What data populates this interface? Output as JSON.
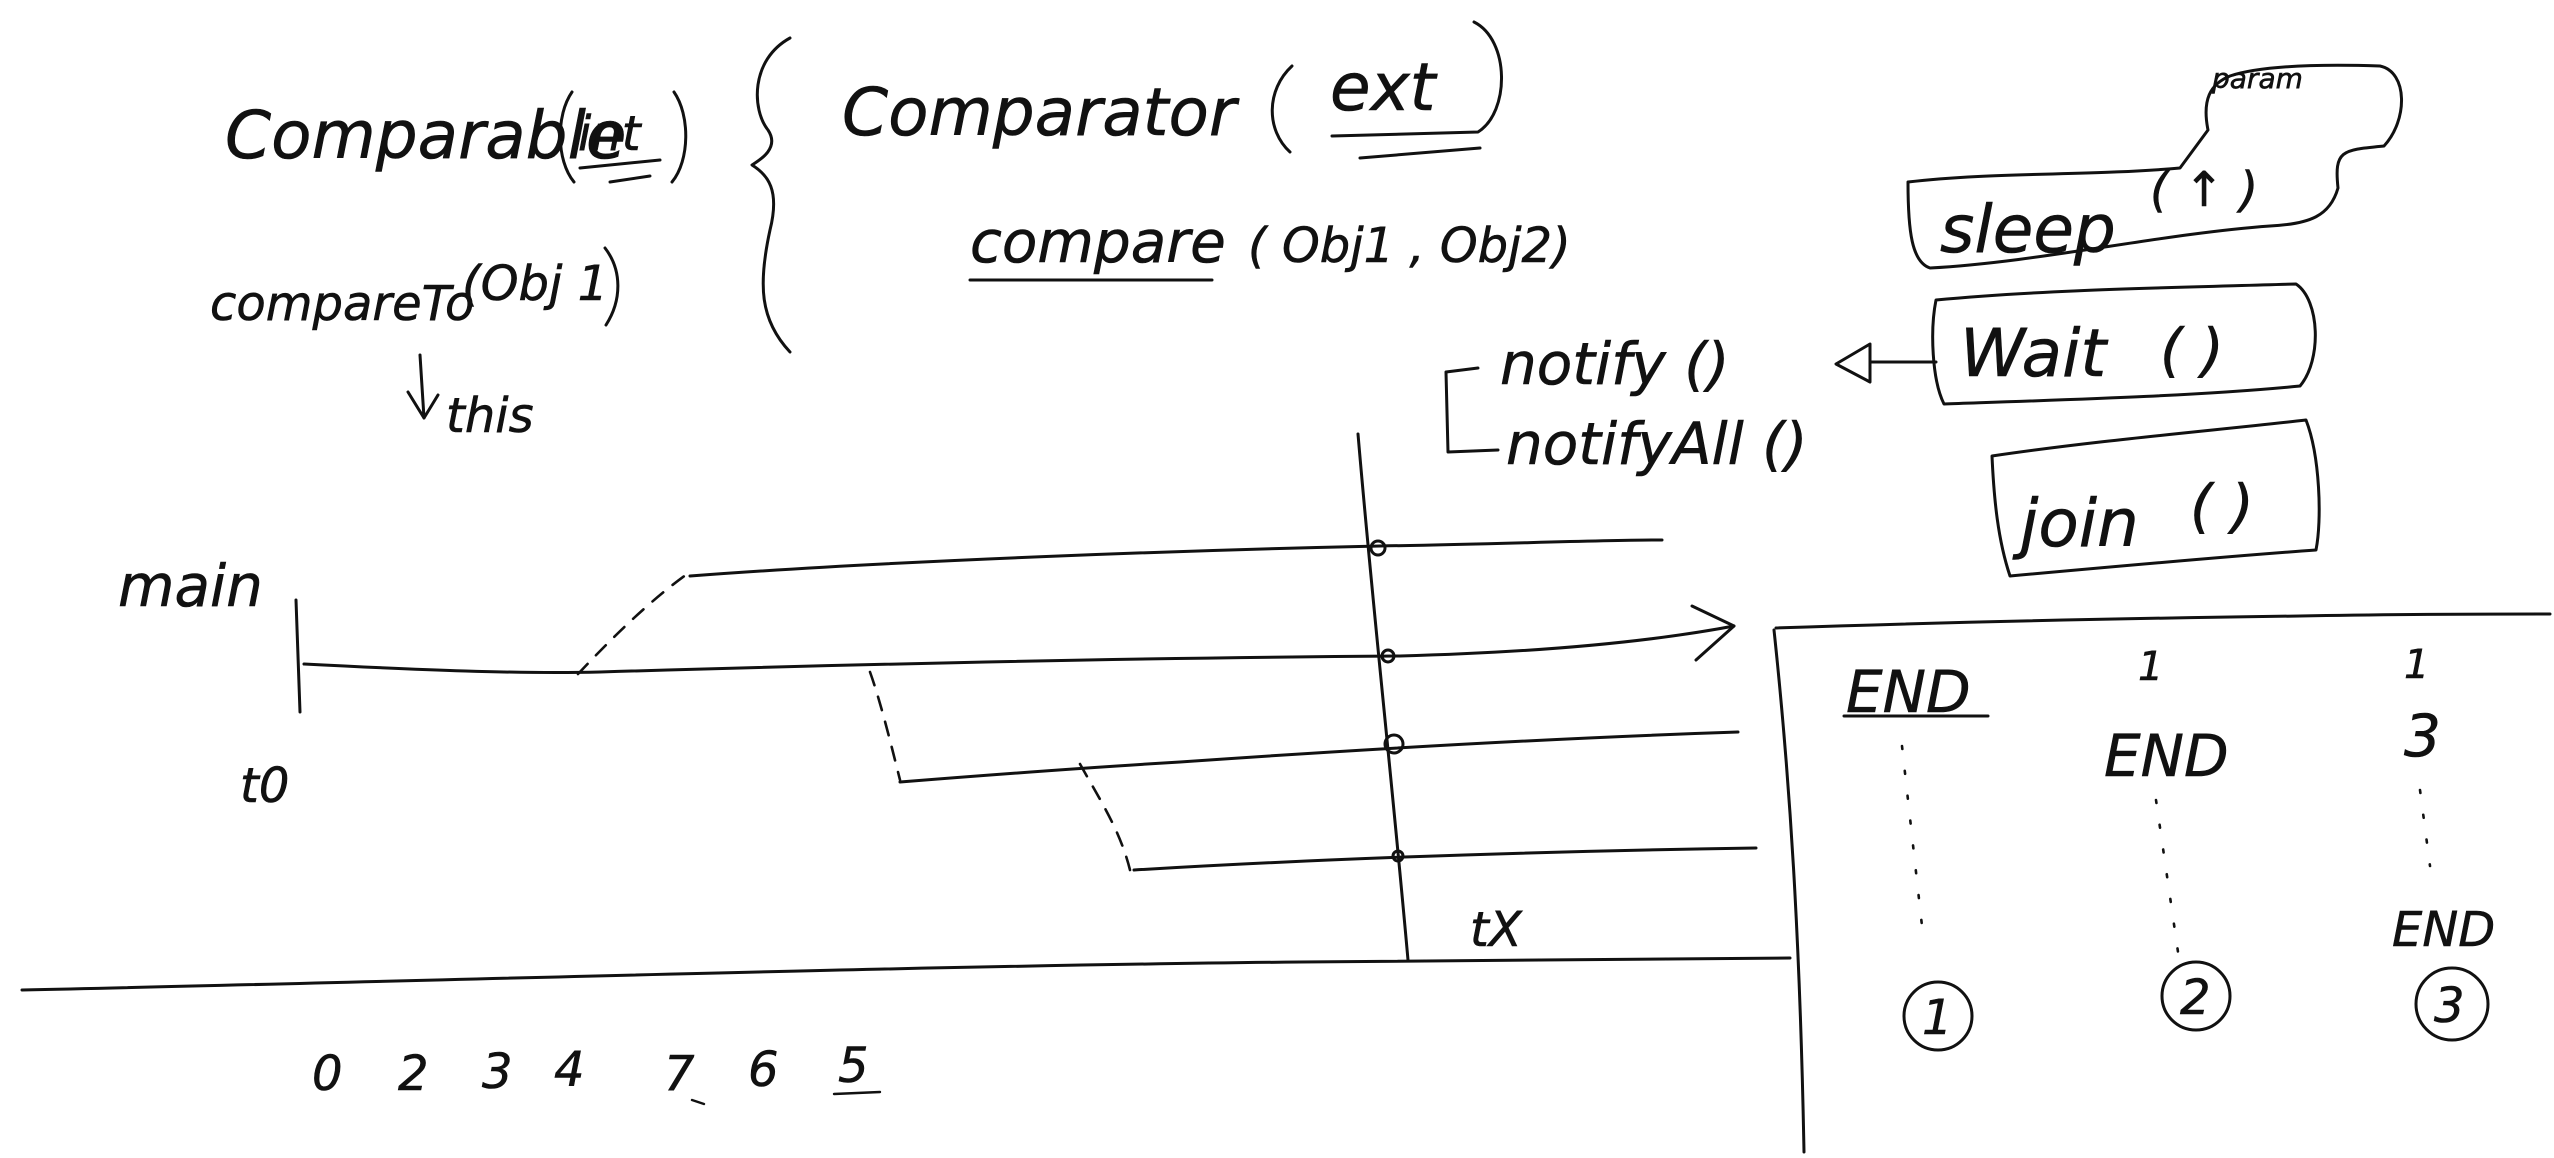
{
  "notes": {
    "comparable": "Comparable",
    "comparable_tag": "int",
    "compare_to": "compareTo",
    "compare_to_arg": "(Obj 1",
    "this_label": "this",
    "comparator": "Comparator",
    "comparator_tag": "ext",
    "compare": "compare",
    "compare_args": "( Obj1 , Obj2)"
  },
  "thread_methods": {
    "sleep": "sleep",
    "sleep_parens": "( ↑ )",
    "param": "param",
    "wait": "Wait",
    "wait_parens": "( )",
    "join": "join",
    "join_parens": "( )",
    "notify": "notify ()",
    "notify_all": "notifyAll ()"
  },
  "timeline": {
    "main": "main",
    "t0": "t0",
    "tx": "tX",
    "sequence": [
      "0",
      "2",
      "3",
      "4",
      "7",
      "6",
      "5"
    ]
  },
  "threads_table": {
    "columns": [
      {
        "top": "END",
        "mid": "",
        "bottom": "",
        "circle": "1"
      },
      {
        "top": "1",
        "mid": "END",
        "bottom": "",
        "circle": "2"
      },
      {
        "top": "1",
        "mid": "3",
        "bottom": "END",
        "circle": "3"
      }
    ]
  }
}
